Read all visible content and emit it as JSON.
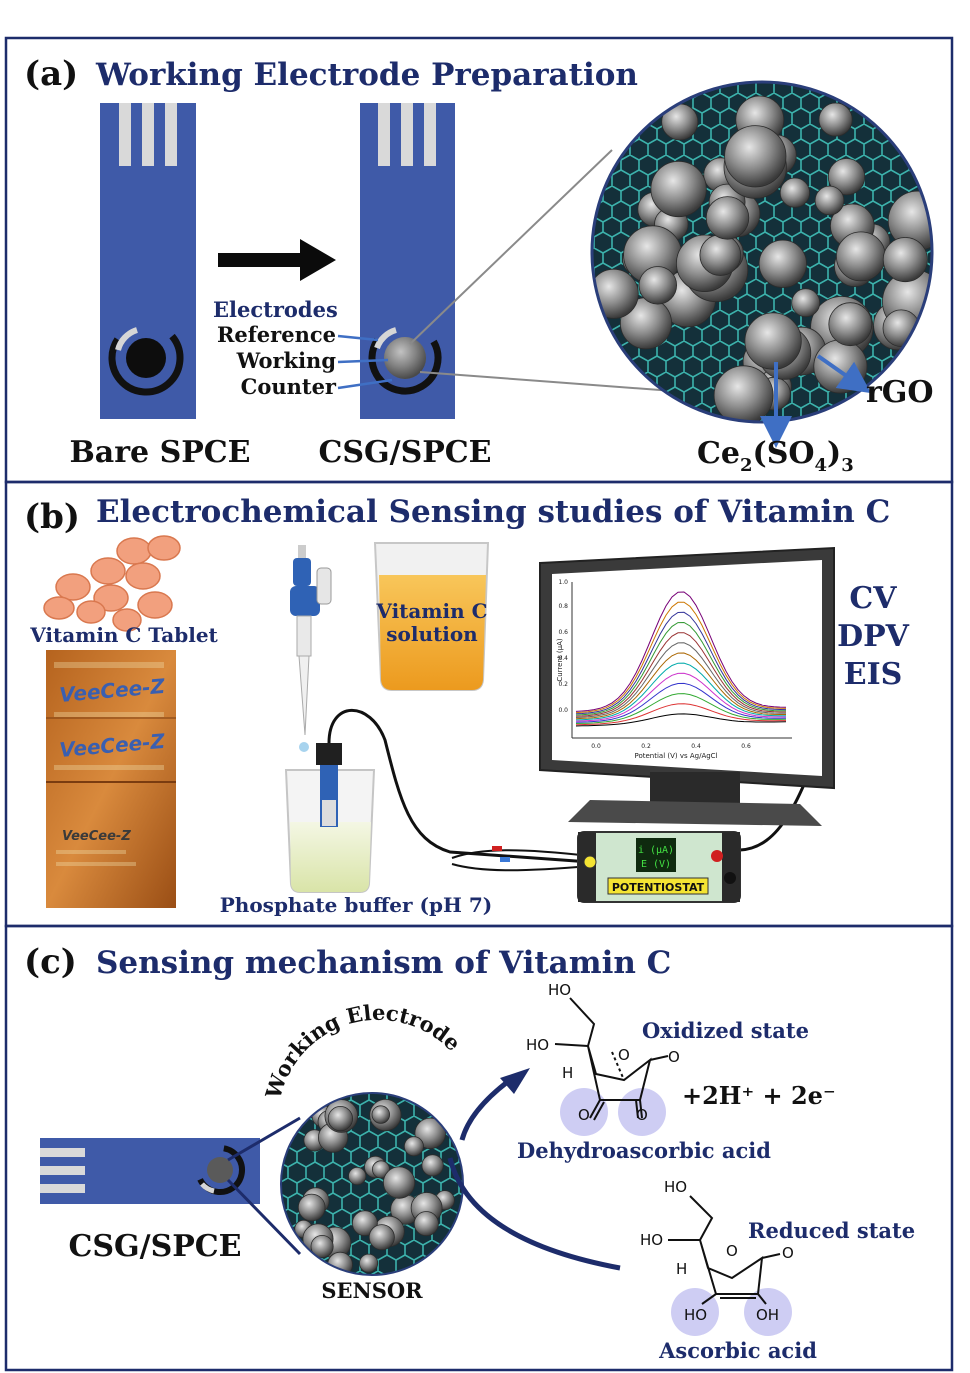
{
  "panels": {
    "a": {
      "letter": "(a)",
      "title": "Working Electrode Preparation",
      "bare_label": "Bare SPCE",
      "modified_label": "CSG/SPCE",
      "electrodes_heading": "Electrodes",
      "electrode_names": [
        "Reference",
        "Working",
        "Counter"
      ],
      "rgo_label": "rGO",
      "ce_label_main": "Ce",
      "ce_sub1": "2",
      "ce_label_mid": "(SO",
      "ce_sub2": "4",
      "ce_label_close": ")",
      "ce_sub3": "3"
    },
    "b": {
      "letter": "(b)",
      "title": "Electrochemical Sensing studies of Vitamin C",
      "tablet_label": "Vitamin C Tablet",
      "solution_label_1": "Vitamin C",
      "solution_label_2": "solution",
      "buffer_label": "Phosphate buffer (pH 7)",
      "techniques": [
        "CV",
        "DPV",
        "EIS"
      ],
      "potentiostat_label": "POTENTIOSTAT",
      "potentiostat_display": [
        "i (µA)",
        "E (V)"
      ],
      "pack_text": [
        "VeeCee-Z",
        "VeeCee-Z",
        "VeeCee-Z"
      ],
      "monitor_xlabel": "Potential (V) vs Ag/AgCl",
      "monitor_ylabel": "Current (µA)",
      "monitor_xticks": [
        "0.0",
        "0.2",
        "0.4",
        "0.6"
      ],
      "monitor_yticks": [
        "0.0",
        "0.2",
        "0.4",
        "0.6",
        "0.8",
        "1.0"
      ]
    },
    "c": {
      "letter": "(c)",
      "title": "Sensing mechanism of Vitamin C",
      "electrode_label": "CSG/SPCE",
      "sensor_label": "SENSOR",
      "working_electrode_label": "Working Electrode",
      "oxidized_label": "Oxidized state",
      "reduced_label": "Reduced state",
      "dha_label": "Dehydroascorbic acid",
      "aa_label": "Ascorbic acid",
      "reaction_text": "+2H⁺ + 2e⁻",
      "chem_ho": "HO",
      "chem_h": "H",
      "chem_o": "O",
      "chem_oh": "OH"
    }
  },
  "colors": {
    "navy": "#1d2c6b",
    "strip_blue": "#3f5aa8",
    "arrow_blue": "#3f6fc4",
    "tablet_orange": "#f2a07e",
    "solution_orange": "#f3b12e",
    "buffer_green": "#e6ecc3",
    "potentiostat_green": "#cfe6cf",
    "potentiostat_yellow": "#f4e433"
  }
}
